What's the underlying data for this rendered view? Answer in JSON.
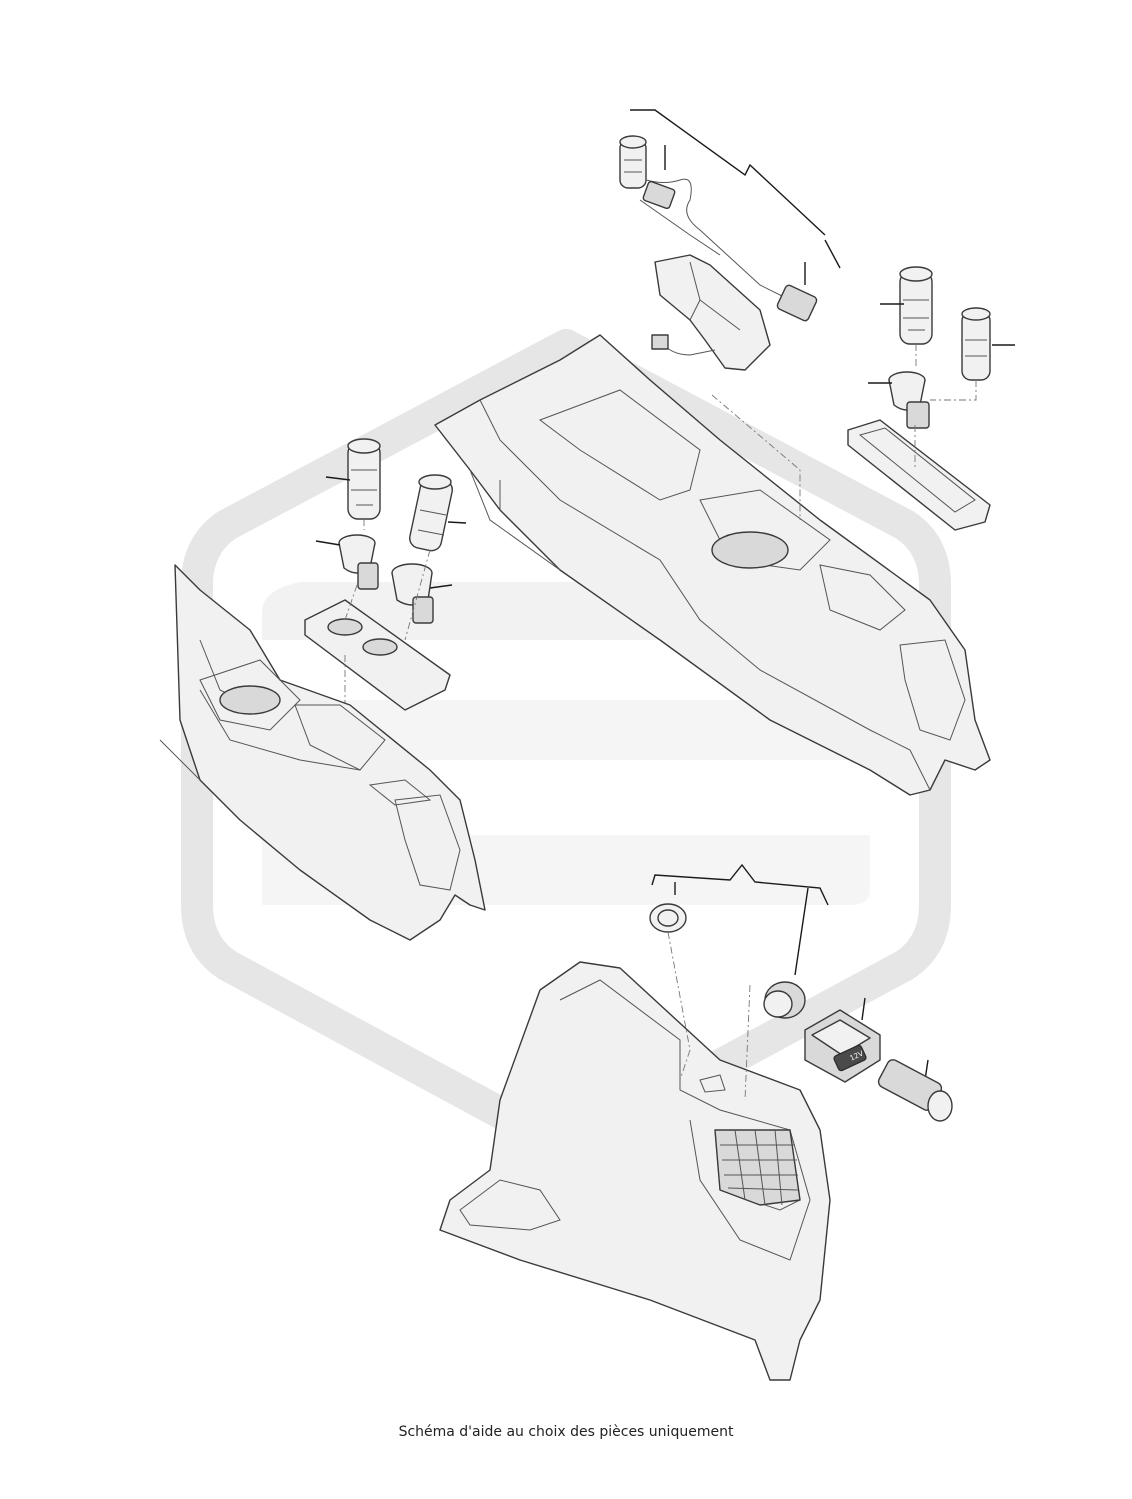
{
  "caption": "Schéma d'aide au choix des pièces uniquement",
  "icons": [
    "watermark-logo",
    "center-console",
    "lighter-socket",
    "cup-holder-insert",
    "trunk-side-panel",
    "power-socket-12v"
  ],
  "socket_label": "12V"
}
